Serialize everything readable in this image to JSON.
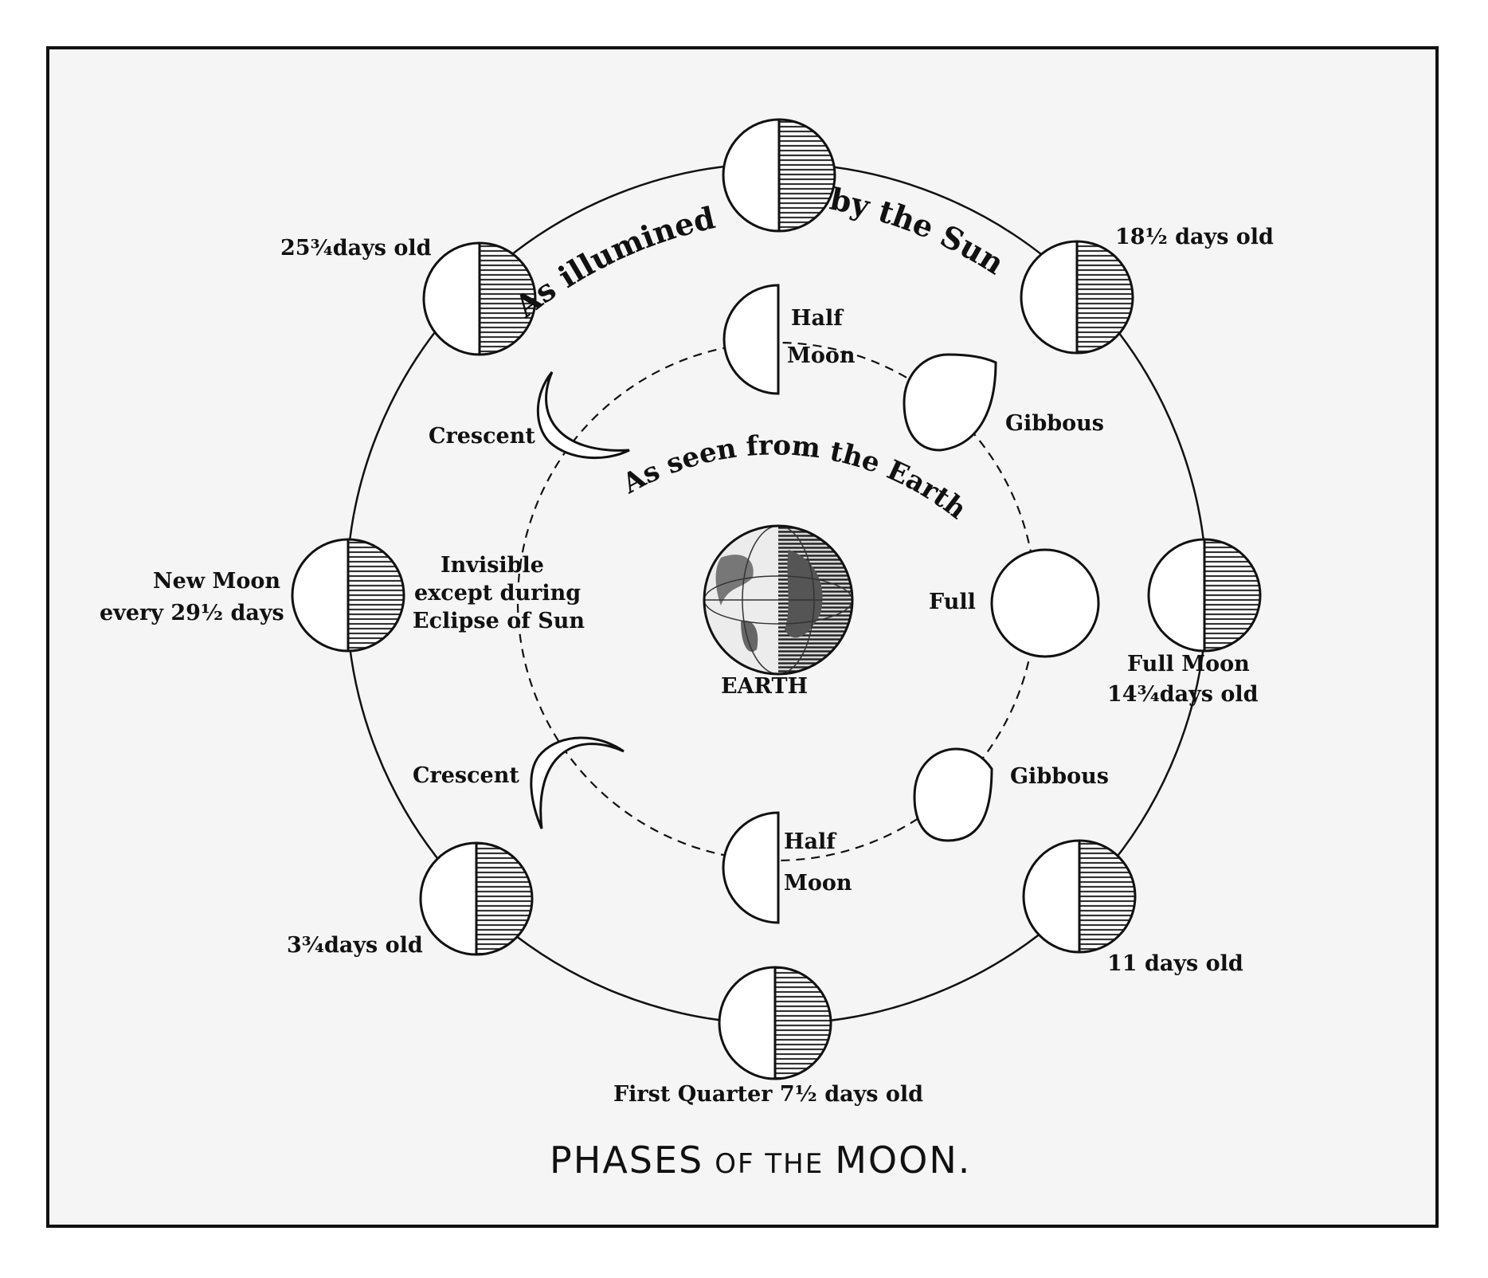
{
  "colors": {
    "ink": "#111111",
    "paper": "#f5f5f5",
    "hatch": "#444444"
  },
  "title": {
    "big1": "PHASES",
    "small": "OF THE",
    "big2": "MOON."
  },
  "arcs": {
    "outer_left": "As illumined",
    "outer_right": "by the Sun",
    "inner": "As seen from the Earth"
  },
  "outer_labels": {
    "top_left": "25¾days old",
    "top_right": "18½ days old",
    "new_moon_1": "New Moon",
    "new_moon_2": "every 29½ days",
    "full_moon_1": "Full Moon",
    "full_moon_2": "14¾days old",
    "bottom_left": "3¾days old",
    "bottom_right": "11 days old",
    "first_quarter": "First Quarter 7½ days old"
  },
  "inner_labels": {
    "half_top_1": "Half",
    "half_top_2": "Moon",
    "gibbous_top": "Gibbous",
    "crescent_top": "Crescent",
    "invisible_1": "Invisible",
    "invisible_2": "except during",
    "invisible_3": "Eclipse of Sun",
    "full": "Full",
    "earth": "EARTH",
    "crescent_bottom": "Crescent",
    "gibbous_bottom": "Gibbous",
    "half_bottom_1": "Half",
    "half_bottom_2": "Moon"
  }
}
